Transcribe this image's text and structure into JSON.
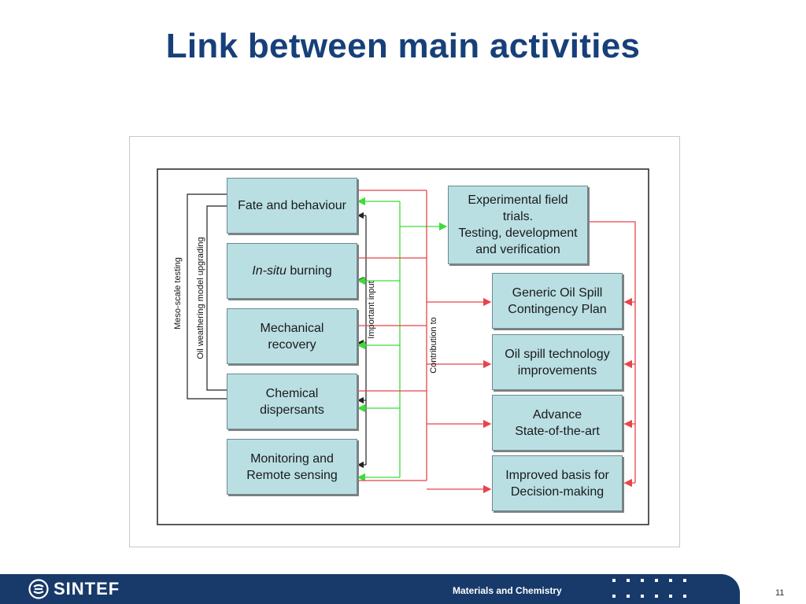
{
  "title": "Link between main activities",
  "diagram": {
    "left_boxes": [
      {
        "id": "fate",
        "lines": [
          "Fate and behaviour"
        ]
      },
      {
        "id": "insitu",
        "lines": [
          "In-situ burning"
        ],
        "italic_part": "In-situ",
        "rest": " burning"
      },
      {
        "id": "mechanical",
        "lines": [
          "Mechanical",
          "recovery"
        ]
      },
      {
        "id": "chemical",
        "lines": [
          "Chemical",
          "dispersants"
        ]
      },
      {
        "id": "monitoring",
        "lines": [
          "Monitoring and",
          "Remote sensing"
        ]
      }
    ],
    "right_boxes": [
      {
        "id": "field",
        "lines": [
          "Experimental field",
          "trials.",
          "Testing, development",
          "and verification"
        ]
      },
      {
        "id": "generic",
        "lines": [
          "Generic Oil Spill",
          "Contingency Plan"
        ]
      },
      {
        "id": "technology",
        "lines": [
          "Oil spill technology",
          "improvements"
        ]
      },
      {
        "id": "advance",
        "lines": [
          "Advance",
          "State-of-the-art"
        ]
      },
      {
        "id": "decision",
        "lines": [
          "Improved basis for",
          "Decision-making"
        ]
      }
    ],
    "labels": {
      "meso": "Meso-scale testing",
      "oil_weathering": "Oil weathering model upgrading",
      "important_input": "Important input",
      "contribution": "Contribution to"
    },
    "colors": {
      "box_fill": "#b9dfe3",
      "red_arrow": "#e8454a",
      "green_arrow": "#3ddc3a",
      "black_line": "#222222"
    }
  },
  "footer": {
    "logo": "SINTEF",
    "department": "Materials and Chemistry",
    "page_number": "11"
  }
}
